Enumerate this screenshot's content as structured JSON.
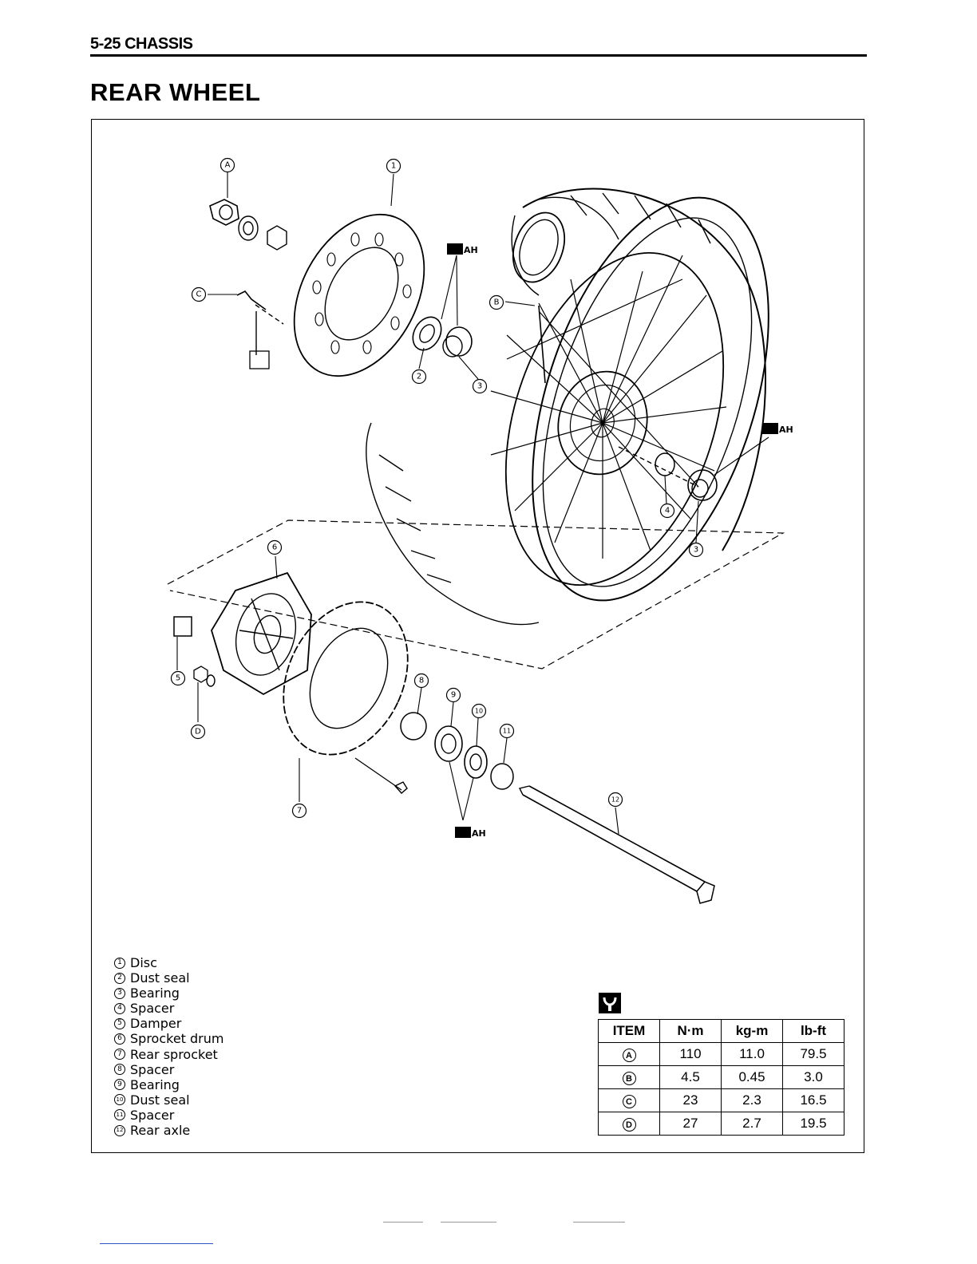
{
  "header": {
    "section_label": "5-25 CHASSIS",
    "title": "REAR WHEEL"
  },
  "diagram": {
    "callouts": {
      "A": "A",
      "B": "B",
      "C": "C",
      "D": "D",
      "n1": "1",
      "n2": "2",
      "n3": "3",
      "n4": "4",
      "n5": "5",
      "n6": "6",
      "n7": "7",
      "n8": "8",
      "n9": "9",
      "n10": "10",
      "n11": "11",
      "n12": "12"
    },
    "grease_symbol": "AH"
  },
  "legend": [
    {
      "num": "1",
      "label": "Disc"
    },
    {
      "num": "2",
      "label": "Dust seal"
    },
    {
      "num": "3",
      "label": "Bearing"
    },
    {
      "num": "4",
      "label": "Spacer"
    },
    {
      "num": "5",
      "label": "Damper"
    },
    {
      "num": "6",
      "label": "Sprocket drum"
    },
    {
      "num": "7",
      "label": "Rear sprocket"
    },
    {
      "num": "8",
      "label": "Spacer"
    },
    {
      "num": "9",
      "label": "Bearing"
    },
    {
      "num": "10",
      "label": "Dust seal"
    },
    {
      "num": "11",
      "label": "Spacer"
    },
    {
      "num": "12",
      "label": "Rear axle"
    }
  ],
  "torque_table": {
    "headers": [
      "ITEM",
      "N·m",
      "kg-m",
      "lb-ft"
    ],
    "rows": [
      {
        "item": "A",
        "nm": "110",
        "kgm": "11.0",
        "lbft": "79.5"
      },
      {
        "item": "B",
        "nm": "4.5",
        "kgm": "0.45",
        "lbft": "3.0"
      },
      {
        "item": "C",
        "nm": "23",
        "kgm": "2.3",
        "lbft": "16.5"
      },
      {
        "item": "D",
        "nm": "27",
        "kgm": "2.7",
        "lbft": "19.5"
      }
    ]
  }
}
